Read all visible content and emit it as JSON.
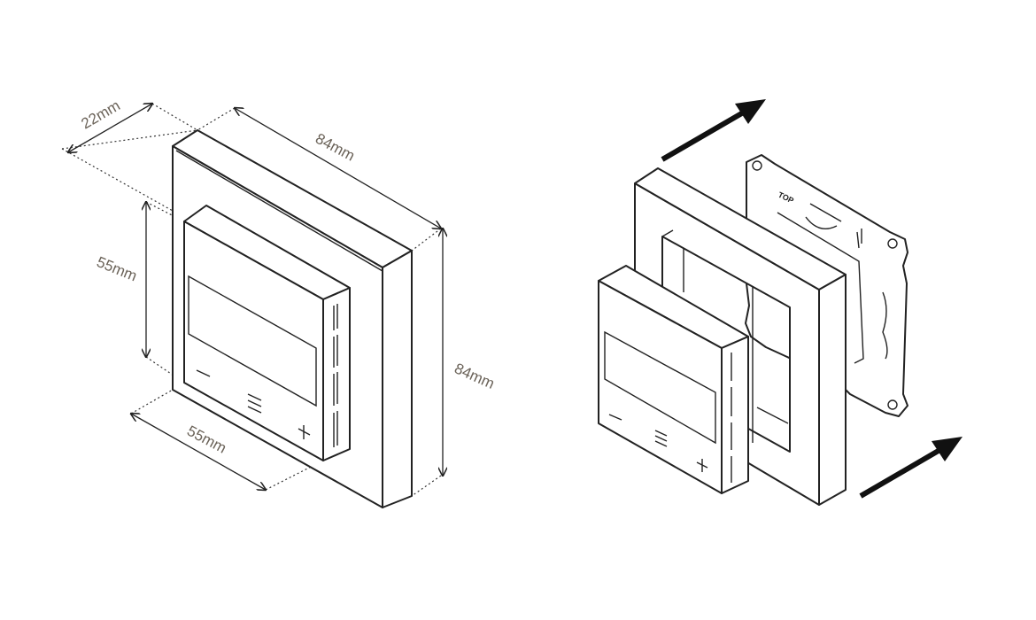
{
  "dimensions": {
    "depth": "22mm",
    "frame_width": "84mm",
    "frame_height": "84mm",
    "device_height": "55mm",
    "device_width": "55mm"
  },
  "mounting_plate": {
    "top_marking": "TOP"
  },
  "icons": [
    "minus-icon",
    "menu-icon",
    "plus-icon",
    "arrow-icon"
  ]
}
